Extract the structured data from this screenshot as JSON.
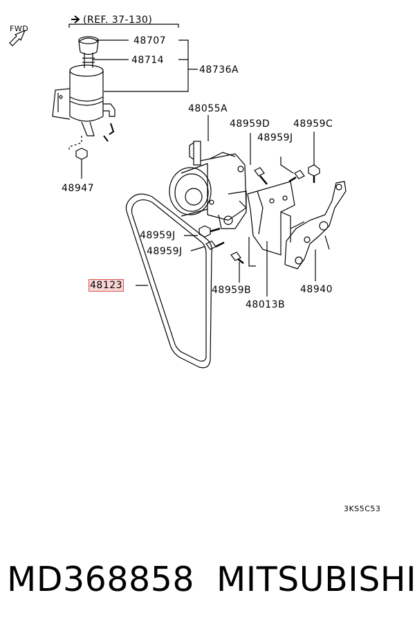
{
  "diagram": {
    "fwd": "FWD",
    "ref": "(REF. 37-130)",
    "code": "3KS5C53",
    "callouts": {
      "p48707": "48707",
      "p48714": "48714",
      "p48736a": "48736A",
      "p48947": "48947",
      "p48055a": "48055A",
      "p48959d": "48959D",
      "p48959c": "48959C",
      "p48959j_top": "48959J",
      "p48959j_mid1": "48959J",
      "p48959j_mid2": "48959J",
      "p48123": "48123",
      "p48959b": "48959B",
      "p48013b": "48013B",
      "p48940": "48940"
    },
    "highlight_color": "#d9534f"
  },
  "footer": {
    "part_number": "MD368858",
    "brand": "MITSUBISHI"
  }
}
